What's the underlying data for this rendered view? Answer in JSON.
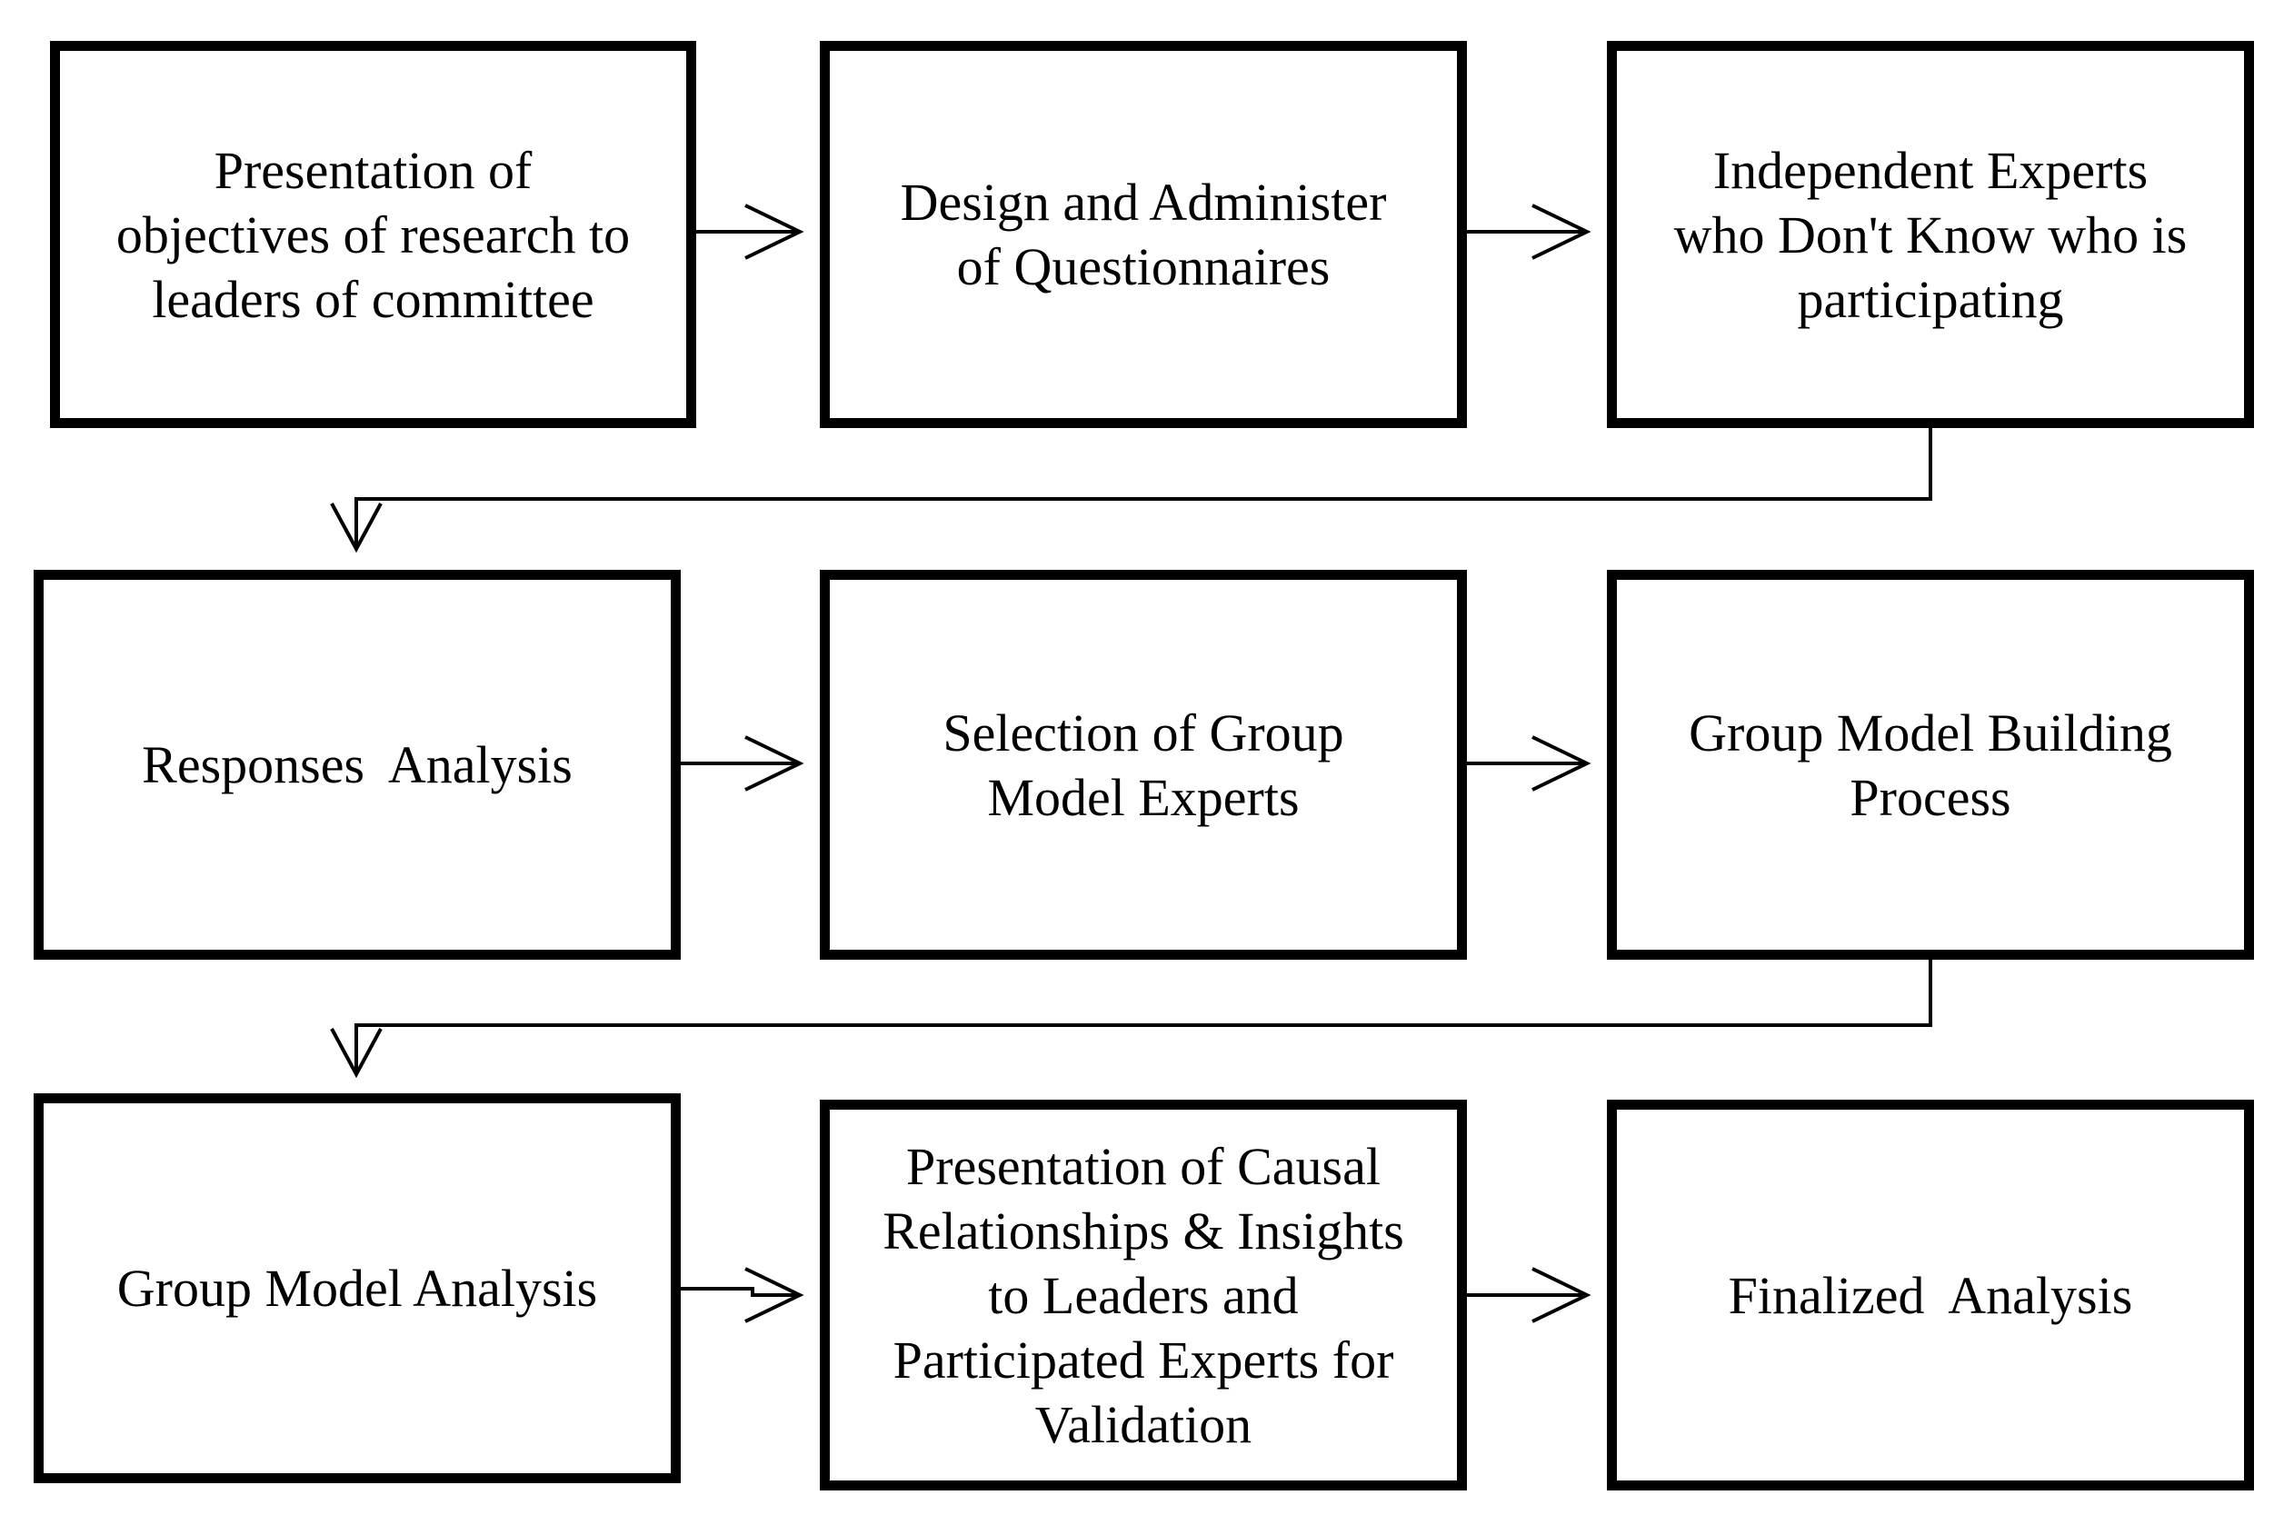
{
  "diagram": {
    "steps": [
      {
        "id": "step-1",
        "lines": [
          "Presentation of",
          "objectives of research to",
          "leaders of committee"
        ]
      },
      {
        "id": "step-2",
        "lines": [
          "Design and Administer",
          "of Questionnaires"
        ]
      },
      {
        "id": "step-3",
        "lines": [
          "Independent Experts",
          "who Don't Know who is",
          "participating"
        ]
      },
      {
        "id": "step-4",
        "lines": [
          "Responses  Analysis"
        ]
      },
      {
        "id": "step-5",
        "lines": [
          "Selection of Group",
          "Model Experts"
        ]
      },
      {
        "id": "step-6",
        "lines": [
          "Group Model Building",
          "Process"
        ]
      },
      {
        "id": "step-7",
        "lines": [
          "Group Model Analysis"
        ]
      },
      {
        "id": "step-8",
        "lines": [
          "Presentation of Causal",
          "Relationships & Insights",
          "to Leaders and",
          "Participated Experts for",
          "Validation"
        ]
      },
      {
        "id": "step-9",
        "lines": [
          "Finalized  Analysis"
        ]
      }
    ],
    "connections": [
      {
        "from": "step-1",
        "to": "step-2",
        "style": "straight"
      },
      {
        "from": "step-2",
        "to": "step-3",
        "style": "straight"
      },
      {
        "from": "step-3",
        "to": "step-4",
        "style": "elbow"
      },
      {
        "from": "step-4",
        "to": "step-5",
        "style": "straight"
      },
      {
        "from": "step-5",
        "to": "step-6",
        "style": "straight"
      },
      {
        "from": "step-6",
        "to": "step-7",
        "style": "elbow"
      },
      {
        "from": "step-7",
        "to": "step-8",
        "style": "straight"
      },
      {
        "from": "step-8",
        "to": "step-9",
        "style": "straight"
      }
    ]
  }
}
